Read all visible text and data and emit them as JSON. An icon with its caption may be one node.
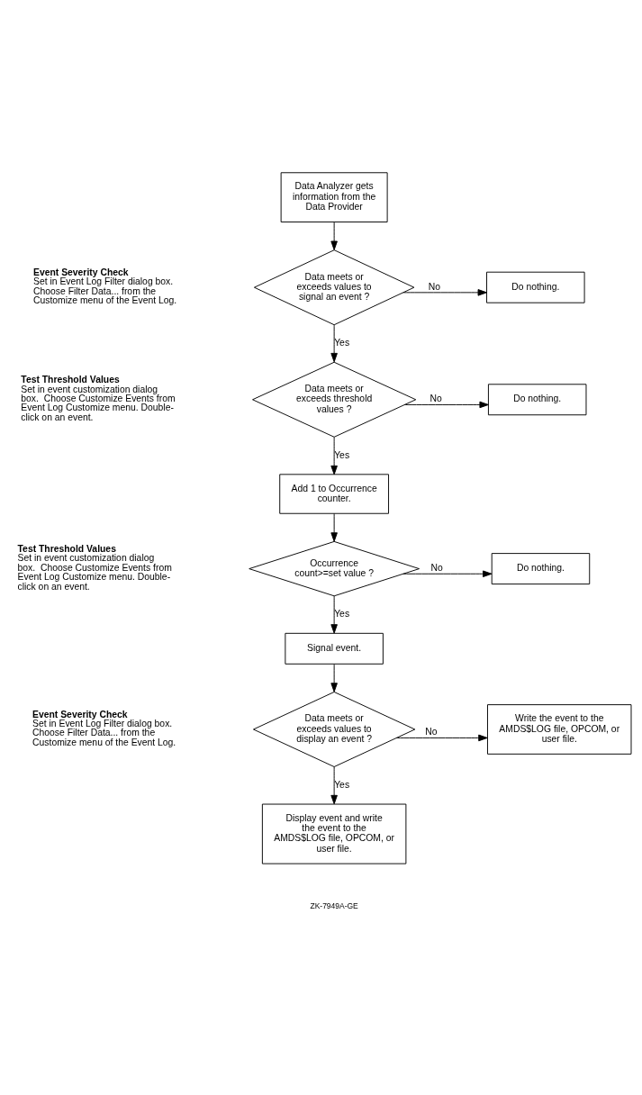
{
  "diagram": {
    "nodes": [
      {
        "text": [
          "Data Analyzer gets information from the Data Provider"
        ]
      },
      {
        "text": [
          "Data meets or exceeds values to signal an event ?"
        ],
        "beside": [
          "Event Severity Check",
          "Set in Event Log Filter dialog box. Choose Filter Data... from the Customize menu of the Event Log."
        ]
      },
      {
        "text": [
          "Do nothing."
        ]
      },
      {
        "text": [
          "Data meets or exceeds threshold values ?"
        ],
        "beside": [
          "Test Threshold Values",
          "Set in event customization dialog box.  Choose Customize Events from Event Log Customize menu. Double-click on an event."
        ]
      },
      {
        "text": [
          "Do nothing."
        ]
      },
      {
        "text": [
          "Add 1 to Occurrence counter."
        ]
      },
      {
        "text": [
          "Occurrence count>=set value ?"
        ],
        "beside": [
          "Test Threshold Values",
          "Set in event customization dialog box.  Choose Customize Events from Event Log Customize menu. Double-click on an event."
        ]
      },
      {
        "text": [
          "Do nothing."
        ]
      },
      {
        "text": [
          "Signal event."
        ]
      },
      {
        "text": [
          "Data meets or exceeds values to display an event ?"
        ],
        "beside": [
          "Event Severity Check",
          "Set in Event Log Filter dialog box. Choose Filter Data... from the Customize menu of the Event Log."
        ]
      },
      {
        "text": [
          "Write the event to the AMDS$LOG file, OPCOM, or user file."
        ]
      },
      {
        "text": [
          "Display event and write the event to the AMDS$LOG file, OPCOM, or user file."
        ]
      }
    ],
    "edges": [
      {
        "from": 0,
        "to": 1,
        "arrow": "to"
      },
      {
        "from": 1,
        "to": 2,
        "arrow": "to",
        "label": "No"
      },
      {
        "from": 1,
        "to": 3,
        "arrow": "to",
        "label": "Yes"
      },
      {
        "from": 3,
        "to": 4,
        "arrow": "to",
        "label": "No"
      },
      {
        "from": 3,
        "to": 5,
        "arrow": "to",
        "label": "Yes"
      },
      {
        "from": 5,
        "to": 6,
        "arrow": "to"
      },
      {
        "from": 6,
        "to": 7,
        "arrow": "to",
        "label": "No"
      },
      {
        "from": 6,
        "to": 8,
        "arrow": "to",
        "label": "Yes"
      },
      {
        "from": 8,
        "to": 9,
        "arrow": "to"
      },
      {
        "from": 9,
        "to": 10,
        "arrow": "to",
        "label": "No"
      },
      {
        "from": 9,
        "to": 11,
        "arrow": "to",
        "label": "Yes"
      }
    ],
    "labels": [
      "ZK-7949A-GE"
    ]
  }
}
